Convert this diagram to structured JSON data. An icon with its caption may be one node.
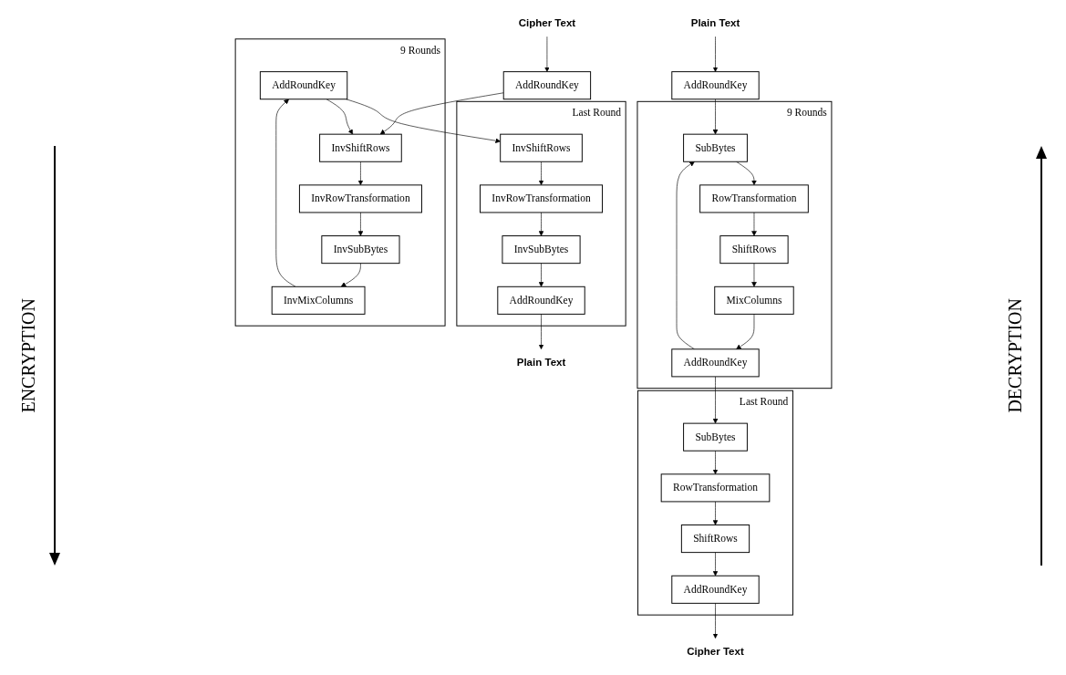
{
  "diagram": {
    "nodes": [
      {
        "text": [
          "Plain Text"
        ]
      },
      {
        "text": [
          "AddRoundKey"
        ]
      },
      {
        "text": [],
        "shape": "box",
        "beside": [
          "9 Rounds"
        ]
      },
      {
        "text": [
          "SubBytes"
        ],
        "in": 2
      },
      {
        "text": [
          "RowTransformation"
        ],
        "in": 2
      },
      {
        "text": [
          "ShiftRows"
        ],
        "in": 2
      },
      {
        "text": [
          "MixColumns"
        ],
        "in": 2
      },
      {
        "text": [
          "AddRoundKey"
        ],
        "in": 2
      },
      {
        "text": [],
        "shape": "box",
        "beside": [
          "Last Round"
        ]
      },
      {
        "text": [
          "SubBytes"
        ],
        "in": 8
      },
      {
        "text": [
          "RowTransformation"
        ],
        "in": 8
      },
      {
        "text": [
          "ShiftRows"
        ],
        "in": 8
      },
      {
        "text": [
          "AddRoundKey"
        ],
        "in": 8
      },
      {
        "text": [
          "Cipher Text"
        ]
      },
      {
        "text": [
          "Plain Text"
        ]
      },
      {
        "text": [],
        "shape": "box",
        "beside": [
          "Last Round"
        ]
      },
      {
        "text": [
          "AddRoundKey"
        ],
        "in": 15
      },
      {
        "text": [
          "InvSubBytes"
        ],
        "in": 15
      },
      {
        "text": [
          "InvRowTransformation"
        ],
        "in": 15
      },
      {
        "text": [
          "InvShiftRows"
        ],
        "in": 15
      },
      {
        "text": [],
        "shape": "box",
        "beside": [
          "9 Rounds"
        ]
      },
      {
        "text": [
          "AddRoundKey"
        ],
        "in": 20
      },
      {
        "text": [
          "InvMixColumns"
        ],
        "in": 20
      },
      {
        "text": [
          "InvSubBytes"
        ],
        "in": 20
      },
      {
        "text": [
          "InvRowTransformation"
        ],
        "in": 20
      },
      {
        "text": [
          "InvShiftRows"
        ],
        "in": 20
      },
      {
        "text": [
          "AddRoundKey"
        ]
      },
      {
        "text": [
          "Cipher Text"
        ]
      }
    ],
    "edges": [
      {
        "from": 0,
        "to": 1,
        "arrow": "to"
      },
      {
        "from": 1,
        "to": 3,
        "arrow": "to"
      },
      {
        "from": 3,
        "to": 4,
        "arrow": "to"
      },
      {
        "from": 4,
        "to": 5,
        "arrow": "to"
      },
      {
        "from": 5,
        "to": 6,
        "arrow": "to"
      },
      {
        "from": 6,
        "to": 7,
        "arrow": "to"
      },
      {
        "from": 7,
        "to": 9,
        "arrow": "to"
      },
      {
        "from": 7,
        "to": 3,
        "arrow": "to"
      },
      {
        "from": 9,
        "to": 10,
        "arrow": "to"
      },
      {
        "from": 10,
        "to": 11,
        "arrow": "to"
      },
      {
        "from": 11,
        "to": 12,
        "arrow": "to"
      },
      {
        "from": 12,
        "to": 13,
        "arrow": "to"
      },
      {
        "from": 27,
        "to": 26,
        "arrow": "to"
      },
      {
        "from": 26,
        "to": 25,
        "arrow": "to"
      },
      {
        "from": 25,
        "to": 24,
        "arrow": "to"
      },
      {
        "from": 24,
        "to": 23,
        "arrow": "to"
      },
      {
        "from": 23,
        "to": 22,
        "arrow": "to"
      },
      {
        "from": 22,
        "to": 21,
        "arrow": "to"
      },
      {
        "from": 21,
        "to": 19,
        "arrow": "to"
      },
      {
        "from": 21,
        "to": 25,
        "arrow": "to"
      },
      {
        "from": 19,
        "to": 18,
        "arrow": "to"
      },
      {
        "from": 18,
        "to": 17,
        "arrow": "to"
      },
      {
        "from": 17,
        "to": 16,
        "arrow": "to"
      },
      {
        "from": 16,
        "to": 14,
        "arrow": "to"
      }
    ],
    "labels": [
      "ENCRYPTION",
      "DECRYPTION"
    ]
  }
}
